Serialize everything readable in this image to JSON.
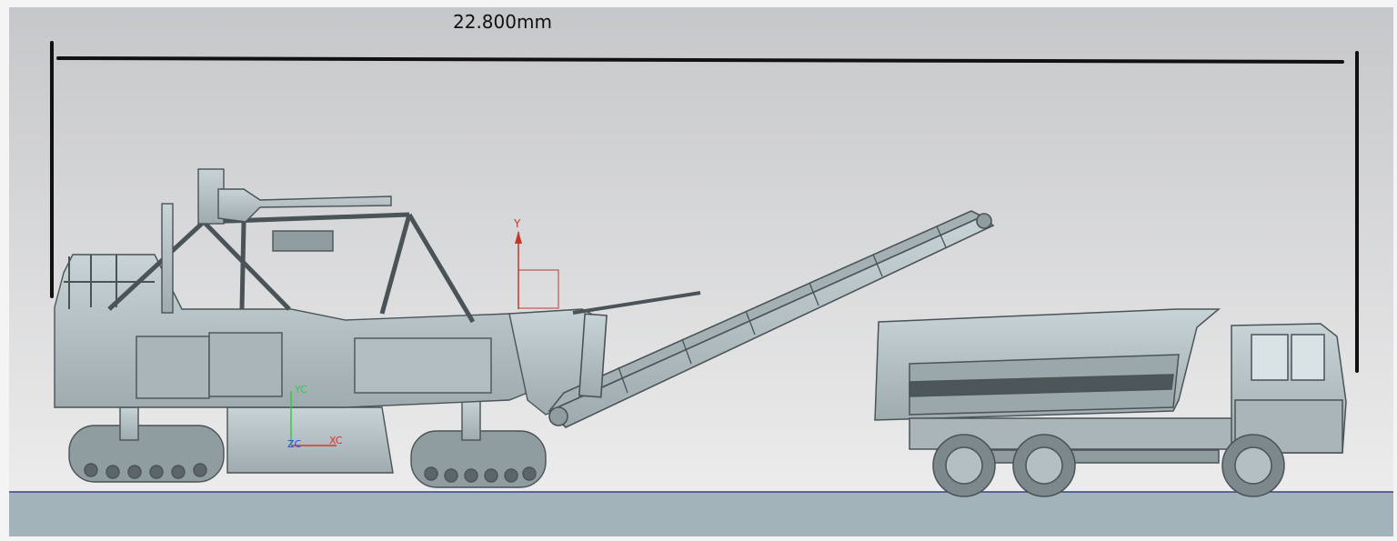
{
  "drawing": {
    "dimension_label": "22.800mm",
    "axis_labels": {
      "y": "Y",
      "yc": "YC",
      "zc": "ZC",
      "xc": "XC"
    },
    "colors": {
      "background_top": "#c9cacc",
      "background_bottom": "#eeeeee",
      "ground": "#a3b3ba",
      "machine_fill": "#b9c5c9",
      "machine_stroke": "#4a5357",
      "dimension_line": "#111111",
      "y_axis": "#c0392b",
      "yc_axis": "#2ecc40",
      "zc_axis": "#2050e0",
      "xc_axis": "#e03030"
    }
  }
}
